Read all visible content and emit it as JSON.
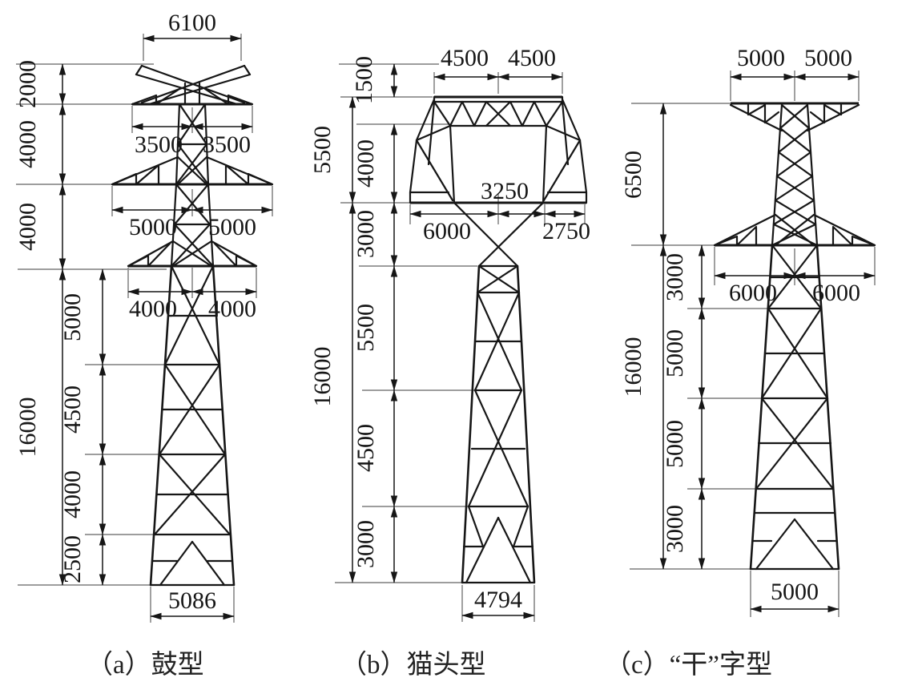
{
  "colors": {
    "background": "#ffffff",
    "line": "#161616",
    "extension_line": "#8f8f8f"
  },
  "towers": [
    {
      "key": "a",
      "caption": "（a）鼓型",
      "dims": {
        "top_width": "6100",
        "upper_height": "2000",
        "mid_height_1": "4000",
        "mid_height_2": "4000",
        "arm_top_left": "3500",
        "arm_top_right": "3500",
        "arm_mid_left": "5000",
        "arm_mid_right": "5000",
        "arm_low_left": "4000",
        "arm_low_right": "4000",
        "body_total": "16000",
        "body_seg_1": "5000",
        "body_seg_2": "4500",
        "body_seg_3": "4000",
        "body_seg_4": "2500",
        "base_width": "5086"
      }
    },
    {
      "key": "b",
      "caption": "（b）猫头型",
      "dims": {
        "top_half_left": "4500",
        "top_half_right": "4500",
        "top_arm_height": "1500",
        "head_height": "5500",
        "head_lower_height": "4000",
        "neck_height": "3000",
        "window_half_width": "3250",
        "arm_left": "6000",
        "arm_right": "2750",
        "body_total": "16000",
        "body_seg_1": "5500",
        "body_seg_2": "4500",
        "body_seg_3": "3000",
        "base_width": "4794"
      }
    },
    {
      "key": "c",
      "caption": "（c）“干”字型",
      "dims": {
        "top_half_left": "5000",
        "top_half_right": "5000",
        "upper_height": "6500",
        "arm_left": "6000",
        "arm_right": "6000",
        "body_total": "16000",
        "body_seg_1": "3000",
        "body_seg_2": "5000",
        "body_seg_3": "5000",
        "body_seg_4": "3000",
        "base_width": "5000"
      }
    }
  ]
}
